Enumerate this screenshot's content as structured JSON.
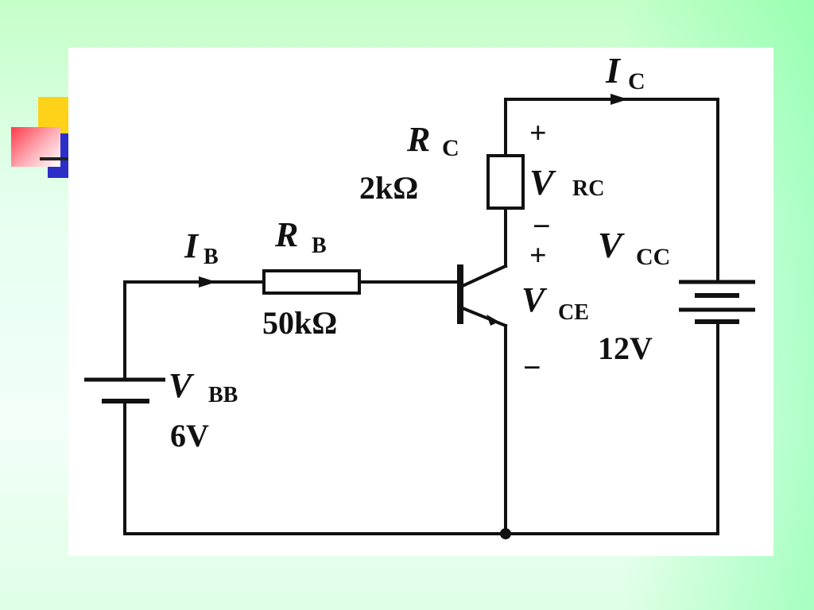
{
  "labels": {
    "ic_main": "I",
    "ic_sub": "C",
    "ib_main": "I",
    "ib_sub": "B",
    "rc_main": "R",
    "rc_sub": "C",
    "rc_value": "2kΩ",
    "rb_main": "R",
    "rb_sub": "B",
    "rb_value": "50kΩ",
    "vrc_main": "V",
    "vrc_sub": "RC",
    "vrc_plus": "+",
    "vrc_minus": "−",
    "vcc_main": "V",
    "vcc_sub": "CC",
    "vcc_value": "12V",
    "vce_main": "V",
    "vce_sub": "CE",
    "vce_plus": "+",
    "vce_minus": "−",
    "vbb_main": "V",
    "vbb_sub": "BB",
    "vbb_value": "6V"
  },
  "colors": {
    "wire": "#111111",
    "panel": "#ffffff",
    "accent_yellow": "#ffd21a",
    "accent_blue": "#2b2fc8",
    "accent_red": "#ff3a4a"
  }
}
